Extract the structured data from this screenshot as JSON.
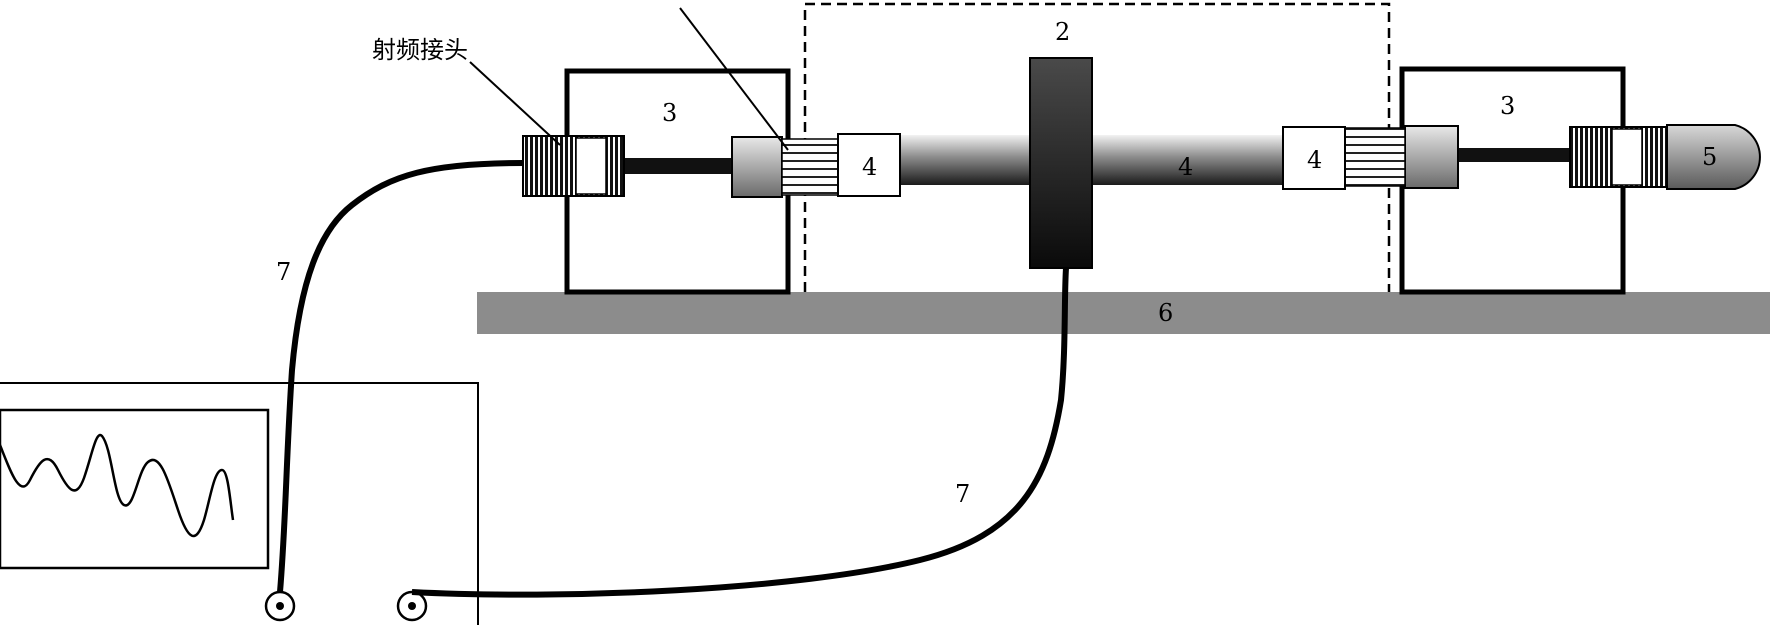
{
  "labels": {
    "rf_connector": "射频接头",
    "part_2": "2",
    "part_3_left": "3",
    "part_3_right": "3",
    "part_4_left": "4",
    "part_4_center": "4",
    "part_4_right": "4",
    "part_5": "5",
    "part_6": "6",
    "part_7_left": "7",
    "part_7_right": "7"
  },
  "colors": {
    "outline": "#000000",
    "base_plate": "#8c8c8c",
    "clamp_dark": "#2a2a2a"
  }
}
